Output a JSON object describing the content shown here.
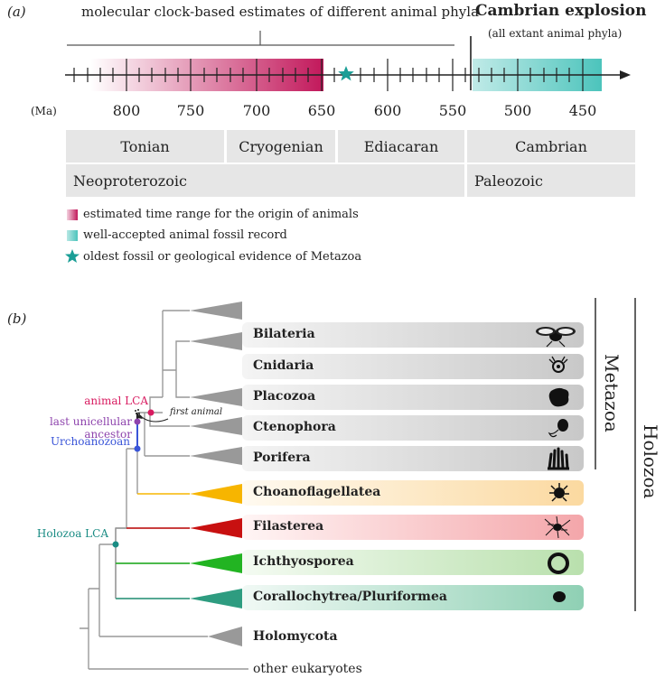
{
  "panel_a": {
    "label": "(a)",
    "molecular_title": "molecular clock-based estimates of different animal phyla",
    "cambrian_title": "Cambrian explosion",
    "cambrian_subtitle": "(all extant animal phyla)",
    "axis_unit": "(Ma)",
    "tick_labels": [
      "800",
      "750",
      "700",
      "650",
      "600",
      "550",
      "500",
      "450"
    ],
    "periods": [
      "Tonian",
      "Cryogenian",
      "Ediacaran",
      "Cambrian"
    ],
    "eras": [
      "Neoproterozoic",
      "Paleozoic"
    ],
    "legend": [
      {
        "text": "estimated time range for the origin of animals",
        "color": "#c2185b"
      },
      {
        "text": "well-accepted animal fossil record",
        "color": "#4cc4bc"
      },
      {
        "text": "oldest fossil or geological evidence of Metazoa",
        "color": "#1a9e96"
      }
    ]
  },
  "panel_b": {
    "label": "(b)",
    "node_labels": {
      "animal_lca": "animal LCA",
      "last_unicellular": "last unicellular ancestor",
      "urchoanozoan": "Urchoanozoan",
      "holozoa_lca": "Holozoa LCA",
      "first_animal": "first animal"
    },
    "taxa": [
      {
        "name": "Bilateria",
        "icon": "fly-icon"
      },
      {
        "name": "Cnidaria",
        "icon": "jellyfish-icon"
      },
      {
        "name": "Placozoa",
        "icon": "placozoan-icon"
      },
      {
        "name": "Ctenophora",
        "icon": "comb-jelly-icon"
      },
      {
        "name": "Porifera",
        "icon": "sponge-icon"
      },
      {
        "name": "Choanoflagellatea",
        "icon": "choanoflagellate-colony-icon"
      },
      {
        "name": "Filasterea",
        "icon": "filasterea-cell-icon"
      },
      {
        "name": "Ichthyosporea",
        "icon": "ring-cell-icon"
      },
      {
        "name": "Corallochytrea/Pluriformea",
        "icon": "blob-cell-icon"
      },
      {
        "name": "Holomycota",
        "icon": ""
      },
      {
        "name": "other eukaryotes",
        "icon": ""
      }
    ],
    "group_labels": {
      "metazoa": "Metazoa",
      "holozoa": "Holozoa"
    },
    "colors": {
      "metazoa_branch": "#999999",
      "choanoflagellatea": "#f7b500",
      "filasterea": "#c81010",
      "ichthyosporea": "#22b422",
      "corallochytrea": "#2e9c80",
      "animal_lca_dot": "#d81b60",
      "unicellular_dot": "#8e44ad",
      "urchoanozoan_dot": "#3a55d8",
      "holozoa_dot": "#1a8c84"
    }
  }
}
